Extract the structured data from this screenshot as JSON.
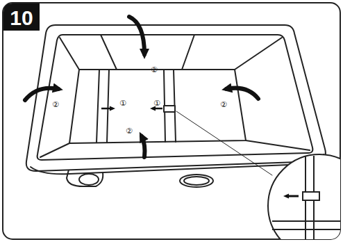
{
  "diagram": {
    "labels": [
      "10",
      "②",
      "②",
      "①",
      "①",
      "②",
      "②"
    ]
  }
}
